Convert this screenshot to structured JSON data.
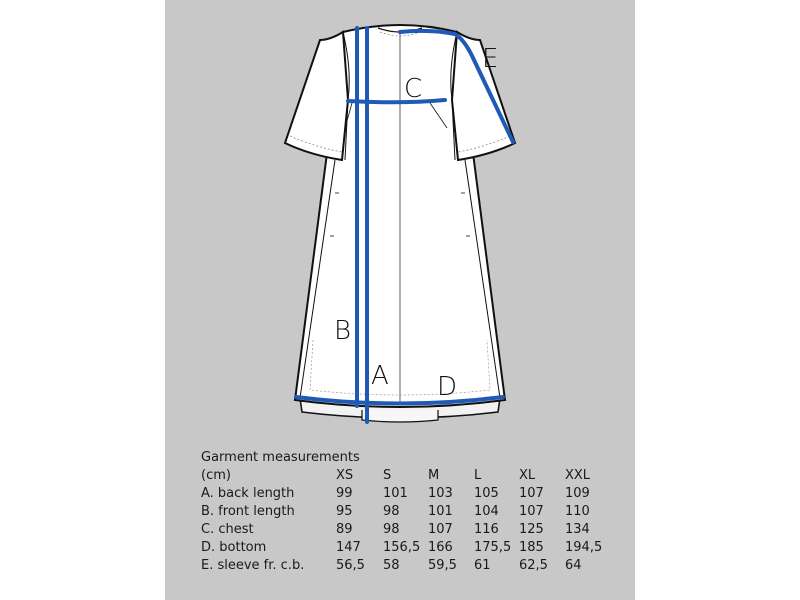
{
  "diagram": {
    "labels": {
      "A": "A",
      "B": "B",
      "C": "C",
      "D": "D",
      "E": "E"
    },
    "colors": {
      "background": "#c8c8c8",
      "garment_fill": "#ffffff",
      "outline": "#111111",
      "measure_line": "#1f5bb5"
    }
  },
  "table": {
    "title": "Garment measurements",
    "unit": "(cm)",
    "sizes": [
      "XS",
      "S",
      "M",
      "L",
      "XL",
      "XXL"
    ],
    "rows": [
      {
        "label": "A. back length",
        "values": [
          "99",
          "101",
          "103",
          "105",
          "107",
          "109"
        ]
      },
      {
        "label": "B. front length",
        "values": [
          "95",
          "98",
          "101",
          "104",
          "107",
          "110"
        ]
      },
      {
        "label": "C. chest",
        "values": [
          "89",
          "98",
          "107",
          "116",
          "125",
          "134"
        ]
      },
      {
        "label": "D. bottom",
        "values": [
          "147",
          "156,5",
          "166",
          "175,5",
          "185",
          "194,5"
        ]
      },
      {
        "label": "E. sleeve fr. c.b.",
        "values": [
          "56,5",
          "58",
          "59,5",
          "61",
          "62,5",
          "64"
        ]
      }
    ]
  }
}
